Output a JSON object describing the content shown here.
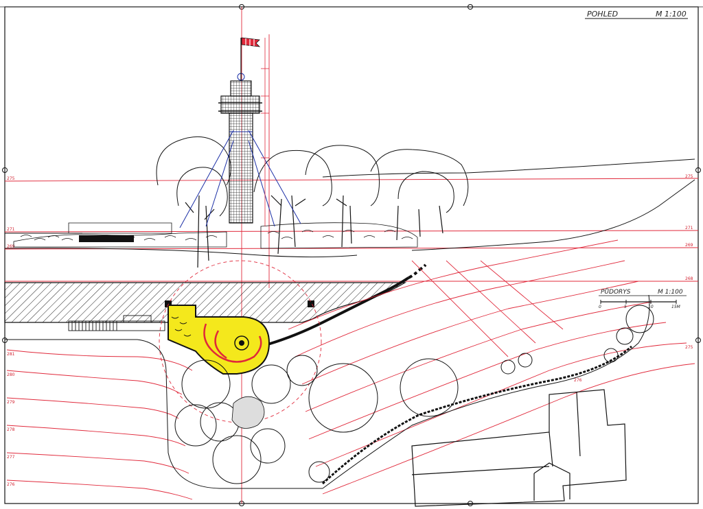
{
  "header": {
    "view_title": "POHLED",
    "view_scale": "M 1:100"
  },
  "plan": {
    "title": "PŮDORYS",
    "scale": "M 1:100",
    "scalebar_ticks": [
      "0",
      "5",
      "10",
      "15M"
    ]
  },
  "colors": {
    "ink": "#111111",
    "red": "#e0283a",
    "blue": "#1b2fa6",
    "yellow": "#f4e81c",
    "paper": "#ffffff"
  }
}
